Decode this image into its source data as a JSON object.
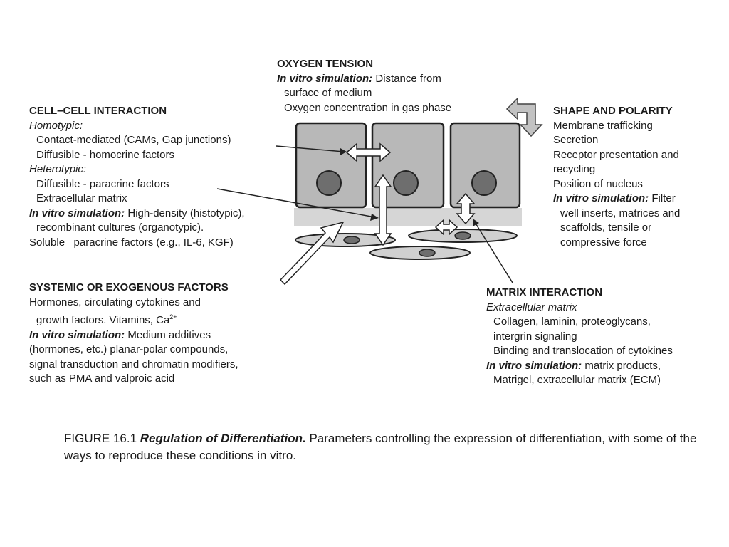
{
  "oxygen": {
    "title": "OXYGEN TENSION",
    "sim_label": "In vitro simulation:",
    "sim_text": " Distance from",
    "line2": "surface of medium",
    "line3": "Oxygen concentration in gas phase"
  },
  "cell_cell": {
    "title": "CELL–CELL INTERACTION",
    "homotypic": "Homotypic:",
    "homo_1": "Contact-mediated (CAMs, Gap junctions)",
    "homo_2": "Diffusible - homocrine factors",
    "heterotypic": "Heterotypic:",
    "hetero_1": "Diffusible - paracrine factors",
    "hetero_2": "Extracellular matrix",
    "sim_label": "In vitro simulation:",
    "sim_text": " High-density (histotypic),",
    "sim_2": "recombinant cultures (organotypic).",
    "soluble": "Soluble   paracrine factors (e.g., IL-6, KGF)"
  },
  "shape": {
    "title": "SHAPE AND POLARITY",
    "l1": "Membrane trafficking",
    "l2": "Secretion",
    "l3": "Receptor presentation and",
    "l4": "recycling",
    "l5": "Position of nucleus",
    "sim_label": "In vitro simulation:",
    "sim_text": " Filter",
    "s2": "well inserts, matrices and",
    "s3": "scaffolds, tensile or",
    "s4": "compressive force"
  },
  "systemic": {
    "title": "SYSTEMIC OR EXOGENOUS FACTORS",
    "l1": "Hormones, circulating cytokines and",
    "l2": "growth factors. Vitamins, Ca",
    "l2_sup": "2+",
    "sim_label": "In vitro simulation:",
    "sim_text": " Medium additives",
    "s2": "(hormones, etc.) planar-polar compounds,",
    "s3": "signal transduction and chromatin modifiers,",
    "s4": "such as PMA and valproic acid"
  },
  "matrix": {
    "title": "MATRIX INTERACTION",
    "subtitle": "Extracellular matrix",
    "l1": "Collagen, laminin, proteoglycans,",
    "l2": "intergrin signaling",
    "l3": "Binding and translocation of cytokines",
    "sim_label": "In vitro simulation:",
    "sim_text": " matrix products,",
    "s2": "Matrigel, extracellular matrix (ECM)"
  },
  "caption": {
    "prefix": "FIGURE 16.1 ",
    "title": "Regulation of Differentiation.",
    "text": " Parameters controlling the expression of differentiation, with some of the ways to reproduce these conditions in vitro."
  },
  "colors": {
    "cell_fill": "#b8b8b8",
    "nucleus_fill": "#6e6e6e",
    "matrix_band": "#d6d6d6",
    "stroke": "#222222"
  }
}
